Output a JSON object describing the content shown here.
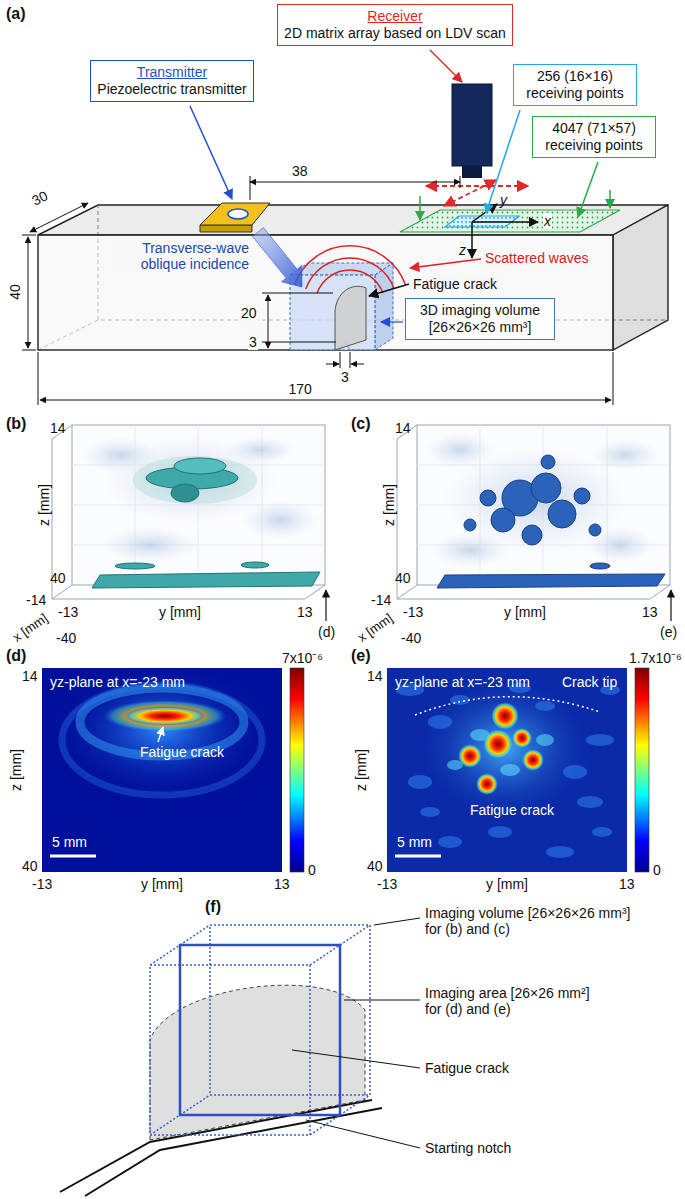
{
  "diagram": {
    "nodes": [
      {
        "text": [
          "Receiver",
          "2D matrix array based on LDV scan"
        ]
      },
      {
        "text": [
          "Transmitter",
          "Piezoelectric transmitter"
        ]
      },
      {
        "text": [
          "256 (16×16) receiving points"
        ]
      },
      {
        "text": [
          "4047 (71×57) receiving points"
        ]
      },
      {
        "text": [
          "3D imaging volume [26×26×26 mm³]"
        ]
      }
    ],
    "labels": [
      "(a)",
      "38",
      "y",
      "x",
      "z",
      "30",
      "Transverse-wave oblique incidence",
      "Scattered waves",
      "Fatigue crack",
      "40",
      "20",
      "3",
      "3",
      "170",
      "(b)",
      "14",
      "z [mm]",
      "40",
      "-14",
      "x [mm]",
      "-40",
      "-13",
      "y [mm]",
      "13",
      "(d)",
      "(c)",
      "14",
      "z [mm]",
      "40",
      "-14",
      "x [mm]",
      "-40",
      "-13",
      "y [mm]",
      "13",
      "(e)",
      "(d)",
      "yz-plane at x=-23 mm",
      "Fatigue crack",
      "5 mm",
      "14",
      "z [mm]",
      "40",
      "-13",
      "y [mm]",
      "13",
      "7x10⁻⁶",
      "0",
      "(e)",
      "yz-plane at x=-23 mm",
      "Crack tip",
      "Fatigue crack",
      "5 mm",
      "14",
      "z [mm]",
      "40",
      "-13",
      "y [mm]",
      "13",
      "1.7x10⁻⁶",
      "0",
      "(f)",
      "Imaging volume [26×26×26 mm³] for (b) and (c)",
      "Imaging area [26×26 mm²] for (d) and (e)",
      "Fatigue crack",
      "Starting notch"
    ]
  }
}
